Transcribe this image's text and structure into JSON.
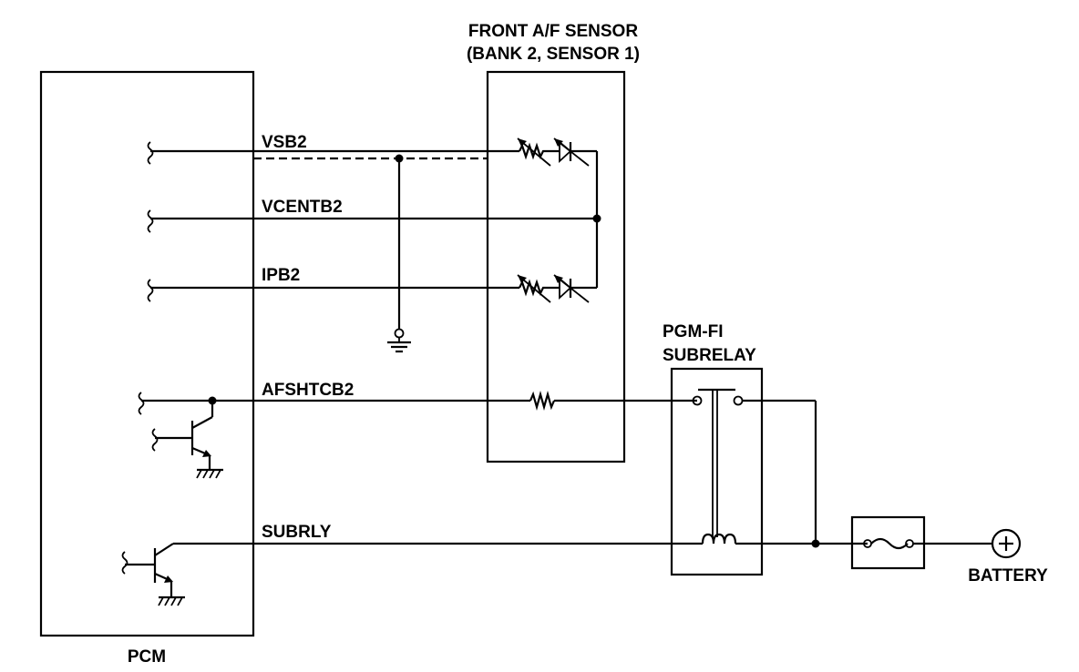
{
  "diagram": {
    "components": {
      "pcm": "PCM",
      "sensor_line1": "FRONT A/F SENSOR",
      "sensor_line2": "(BANK 2, SENSOR 1)",
      "relay_line1": "PGM-FI",
      "relay_line2": "SUBRELAY",
      "battery": "BATTERY"
    },
    "wires": {
      "vsb2": "VSB2",
      "vcentb2": "VCENTB2",
      "ipb2": "IPB2",
      "afshtcb2": "AFSHTCB2",
      "subrly": "SUBRLY"
    },
    "colors": {
      "ink": "#000000",
      "background": "#ffffff"
    }
  }
}
